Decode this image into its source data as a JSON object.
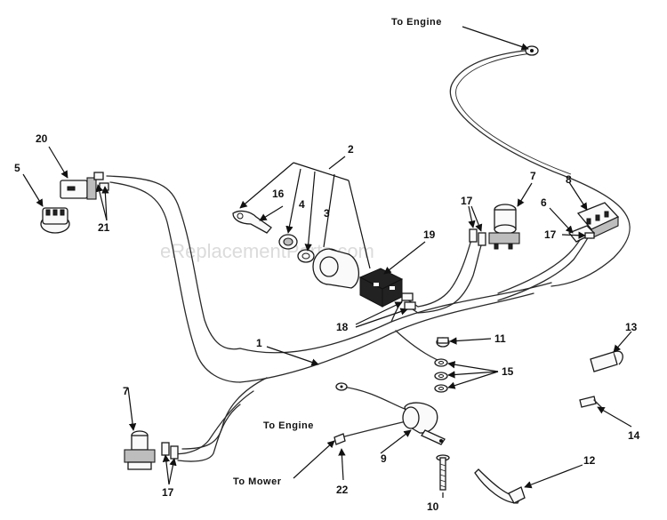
{
  "watermark": "eReplacementParts.com",
  "annotations": {
    "to_engine_top": "To Engine",
    "to_engine_mid": "To Engine",
    "to_mower": "To Mower"
  },
  "callouts": {
    "n1": "1",
    "n2": "2",
    "n3": "3",
    "n4": "4",
    "n5": "5",
    "n6": "6",
    "n7a": "7",
    "n7b": "7",
    "n8": "8",
    "n9": "9",
    "n10": "10",
    "n11": "11",
    "n12": "12",
    "n13": "13",
    "n14": "14",
    "n15": "15",
    "n16": "16",
    "n17a": "17",
    "n17b": "17",
    "n17c": "17",
    "n18": "18",
    "n19": "19",
    "n20": "20",
    "n21": "21",
    "n22": "22"
  }
}
